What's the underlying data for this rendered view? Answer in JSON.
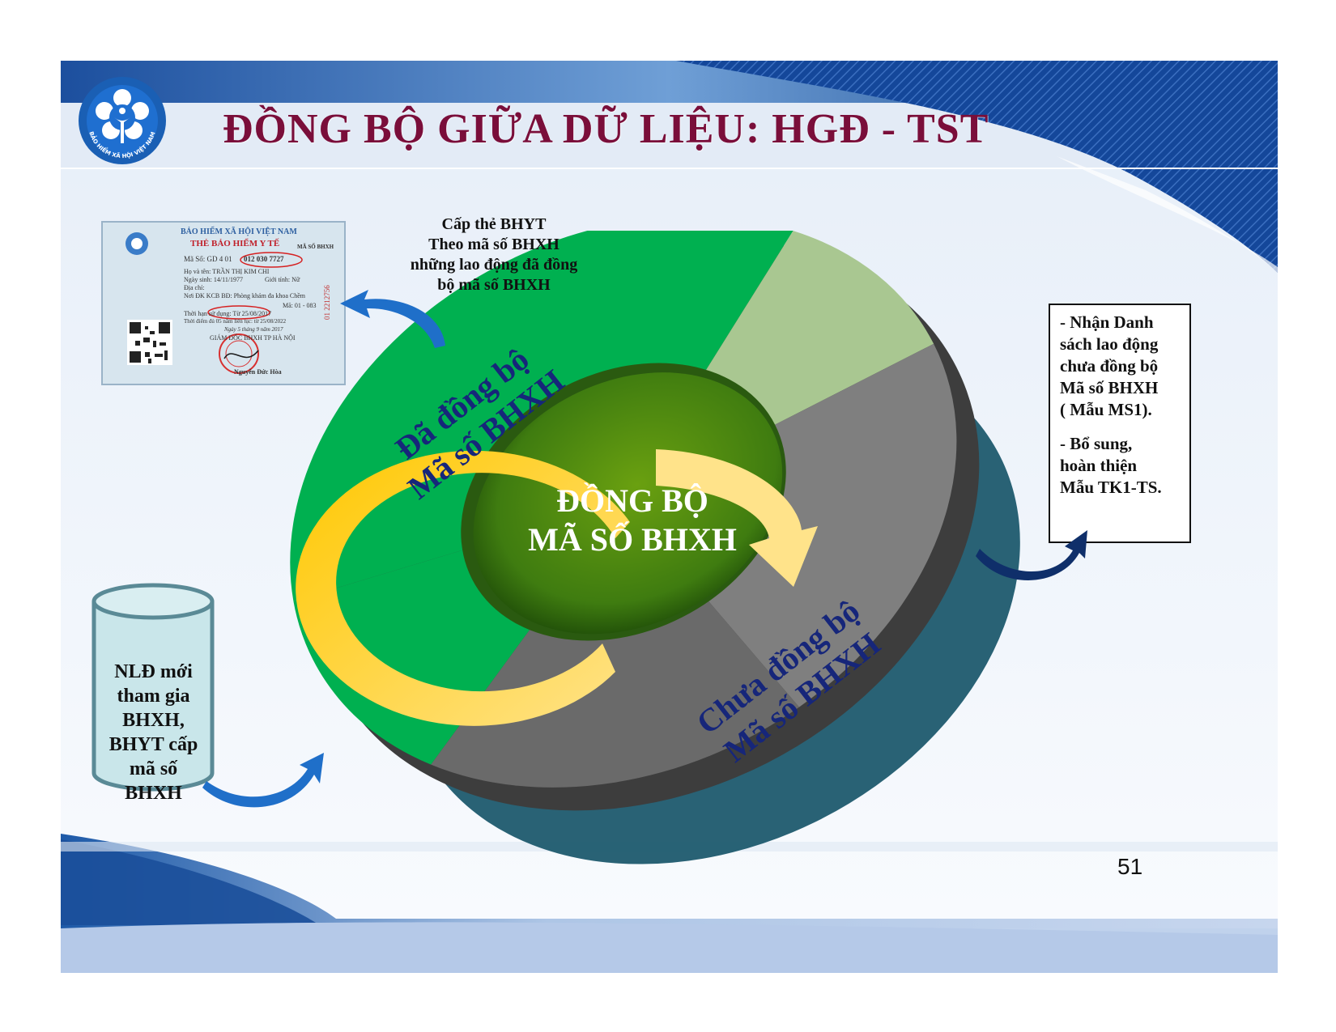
{
  "title": "ĐỒNG BỘ GIỮA DỮ LIỆU: HGĐ - TST",
  "logo_text": "BẢO HIỂM XÃ HỘI VIỆT NAM",
  "top_note": [
    "Cấp thẻ BHYT",
    "Theo mã số BHXH",
    "những lao động đã đồng",
    "bộ mã số BHXH"
  ],
  "right_note": {
    "item1": [
      "- Nhận Danh",
      "sách lao động",
      "chưa đồng bộ",
      "Mã số BHXH",
      "( Mẫu MS1)."
    ],
    "item2": [
      "- Bổ sung,",
      "hoàn thiện",
      "Mẫu TK1-TS."
    ]
  },
  "cylinder_text": [
    "NLĐ mới",
    "tham gia",
    "BHXH,",
    "BHYT cấp",
    "mã số",
    "BHXH"
  ],
  "center": [
    "ĐỒNG BỘ",
    "MÃ SỐ BHXH"
  ],
  "segment_synced": [
    "Đã đồng bộ",
    "Mã số BHXH"
  ],
  "segment_unsynced": [
    "Chưa đồng bộ",
    "Mã số BHXH"
  ],
  "page_number": "51",
  "card": {
    "org": "BẢO HIỂM XÃ HỘI VIỆT NAM",
    "type": "THẺ BẢO HIỂM Y TẾ",
    "code_label": "MÃ SỐ BHXH",
    "code_line": "Mã Số:  GD  4  01",
    "code_number": "012 030 7727",
    "name": "Họ và tên: TRẦN THỊ KIM CHI",
    "dob": "Ngày sinh: 14/11/1977",
    "gender": "Giới tính: Nữ",
    "address": "Địa chỉ:",
    "kcb": "Nơi ĐK KCB BĐ: Phòng khám đa khoa Chềm",
    "ma": "Mã:  01 - 083",
    "valid": "Thời hạn sử dụng: Từ 25/08/2017",
    "five_years": "Thời điểm đủ 05 năm liên tục: từ 25/08/2022",
    "date": "Ngày 5 tháng 9 năm 2017",
    "director": "GIÁM ĐỐC BHXH TP HÀ NỘI",
    "signer": "Nguyễn Đức Hòa",
    "serial": "01 2212756"
  },
  "colors": {
    "title": "#7a0e3a",
    "synced": "#00b050",
    "unsynced_light": "#a9c791",
    "gray": "#7f7f7f",
    "ring": "#ffd966",
    "label_blue": "#16267a",
    "arrow_blue": "#1f6fc9"
  }
}
